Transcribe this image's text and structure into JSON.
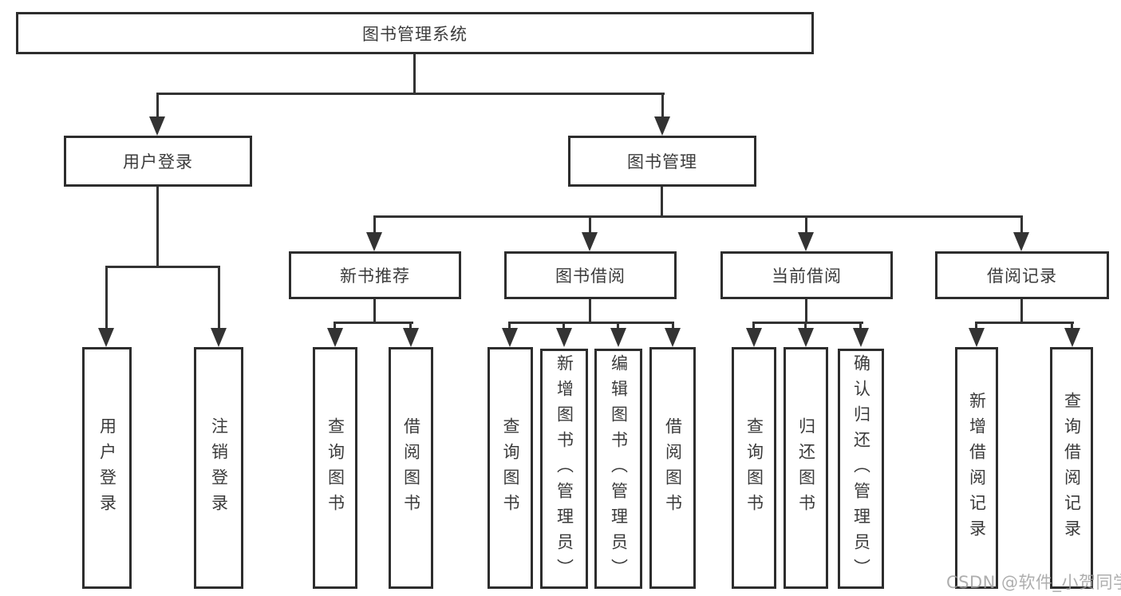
{
  "tree": {
    "root": {
      "label": "图书管理系统"
    },
    "branches": [
      {
        "label": "用户登录",
        "children": [
          {
            "label": "用户登录"
          },
          {
            "label": "注销登录"
          }
        ]
      },
      {
        "label": "图书管理",
        "children": [
          {
            "label": "新书推荐",
            "children": [
              {
                "label": "查询图书"
              },
              {
                "label": "借阅图书"
              }
            ]
          },
          {
            "label": "图书借阅",
            "children": [
              {
                "label": "查询图书"
              },
              {
                "label": "新增图书（管理员）"
              },
              {
                "label": "编辑图书（管理员）"
              },
              {
                "label": "借阅图书"
              }
            ]
          },
          {
            "label": "当前借阅",
            "children": [
              {
                "label": "查询图书"
              },
              {
                "label": "归还图书"
              },
              {
                "label": "确认归还（管理员）"
              }
            ]
          },
          {
            "label": "借阅记录",
            "children": [
              {
                "label": "新增借阅记录"
              },
              {
                "label": "查询借阅记录"
              }
            ]
          }
        ]
      }
    ]
  },
  "watermark": {
    "text": "CSDN @软件_小贺同学"
  },
  "colors": {
    "line": "#333333",
    "box_border": "#2d2d2d",
    "text": "#3b3b3b",
    "background": "#ffffff",
    "watermark": "#a0a0a0"
  }
}
